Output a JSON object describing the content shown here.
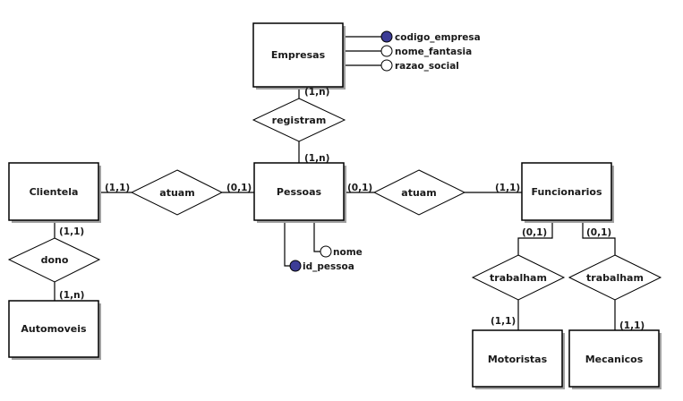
{
  "diagram": {
    "type": "entity-relationship",
    "colors": {
      "primary_key_fill": "#3c3c96",
      "attribute_fill": "#ffffff",
      "line": "#000000",
      "shadow": "#a0a0a0"
    },
    "entities": {
      "empresas": {
        "label": "Empresas"
      },
      "pessoas": {
        "label": "Pessoas"
      },
      "clientela": {
        "label": "Clientela"
      },
      "funcionarios": {
        "label": "Funcionarios"
      },
      "automoveis": {
        "label": "Automoveis"
      },
      "motoristas": {
        "label": "Motoristas"
      },
      "mecanicos": {
        "label": "Mecanicos"
      }
    },
    "relationships": {
      "registram": {
        "label": "registram",
        "from": "Empresas",
        "to": "Pessoas",
        "card_from": "(1,n)",
        "card_to": "(1,n)"
      },
      "atuam_clientela": {
        "label": "atuam",
        "from": "Clientela",
        "to": "Pessoas",
        "card_from": "(1,1)",
        "card_to": "(0,1)"
      },
      "atuam_funcionarios": {
        "label": "atuam",
        "from": "Pessoas",
        "to": "Funcionarios",
        "card_from": "(0,1)",
        "card_to": "(1,1)"
      },
      "dono": {
        "label": "dono",
        "from": "Clientela",
        "to": "Automoveis",
        "card_from": "(1,1)",
        "card_to": "(1,n)"
      },
      "trabalham_motoristas": {
        "label": "trabalham",
        "from": "Funcionarios",
        "to": "Motoristas",
        "card_from": "(0,1)",
        "card_to": "(1,1)"
      },
      "trabalham_mecanicos": {
        "label": "trabalham",
        "from": "Funcionarios",
        "to": "Mecanicos",
        "card_from": "(0,1)",
        "card_to": "(1,1)"
      }
    },
    "attributes": {
      "empresas": [
        {
          "name": "codigo_empresa",
          "primary_key": true
        },
        {
          "name": "nome_fantasia",
          "primary_key": false
        },
        {
          "name": "razao_social",
          "primary_key": false
        }
      ],
      "pessoas": [
        {
          "name": "nome",
          "primary_key": false
        },
        {
          "name": "id_pessoa",
          "primary_key": true
        }
      ]
    }
  }
}
